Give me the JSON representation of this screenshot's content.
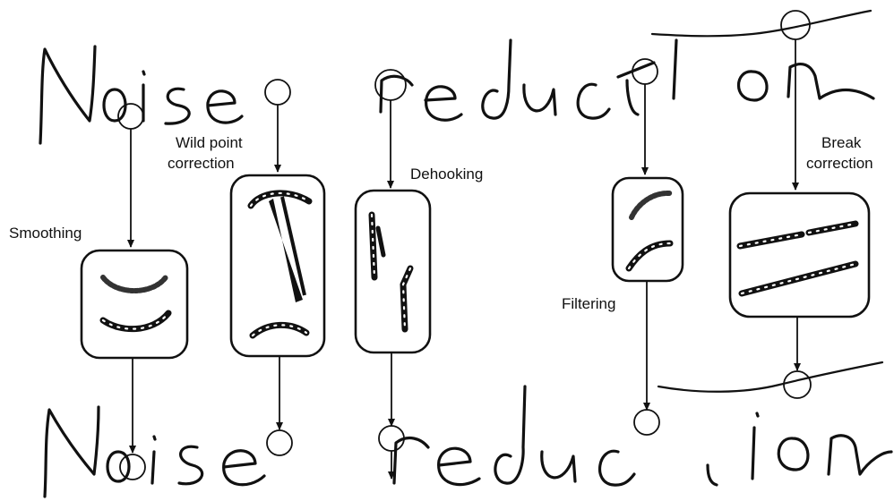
{
  "title_handwritten": "Noise reduction",
  "stages": [
    {
      "id": "smoothing",
      "label": "Smoothing"
    },
    {
      "id": "wild-point",
      "label_line1": "Wild point",
      "label_line2": "correction"
    },
    {
      "id": "dehooking",
      "label": "Dehooking"
    },
    {
      "id": "filtering",
      "label": "Filtering"
    },
    {
      "id": "break",
      "label_line1": "Break",
      "label_line2": "correction"
    }
  ]
}
